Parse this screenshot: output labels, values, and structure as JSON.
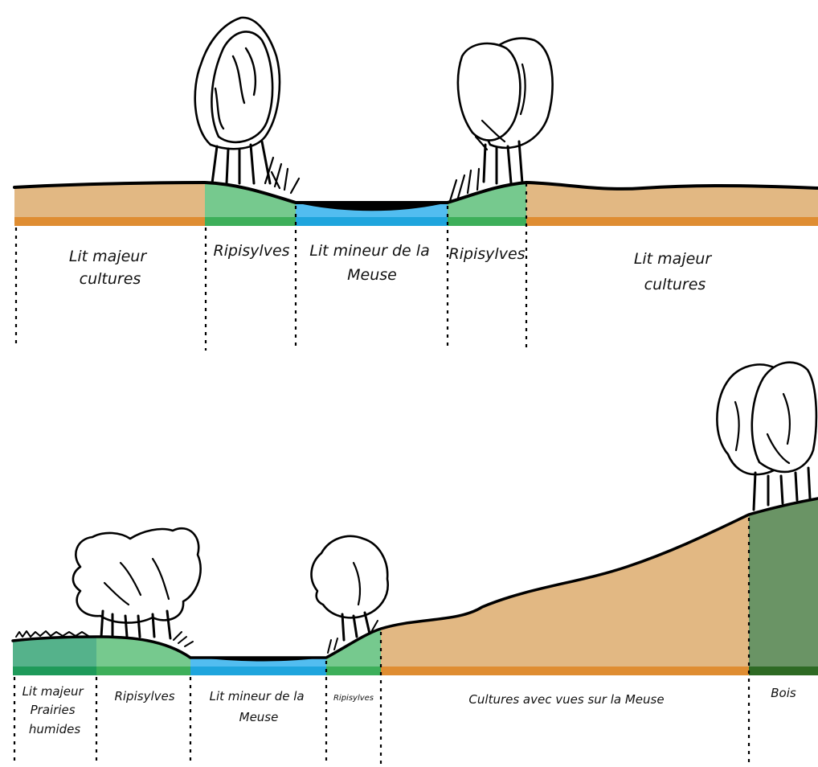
{
  "colors": {
    "farmland": "#e2b883",
    "farmland_band": "#df8d32",
    "riparian": "#76c98e",
    "riparian_band": "#3daf5a",
    "river": "#52bdf0",
    "river_band": "#1fa5dd",
    "wet_meadow": "#55b28b",
    "wet_meadow_band": "#1e9a5a",
    "forest": "#6a9465",
    "forest_band": "#2e6a24"
  },
  "top_section": {
    "zones": [
      {
        "id": "left-farmland",
        "lines": [
          "Lit majeur",
          "cultures"
        ]
      },
      {
        "id": "left-riparian",
        "lines": [
          "Ripisylves"
        ]
      },
      {
        "id": "river",
        "lines": [
          "Lit mineur de la",
          "Meuse"
        ]
      },
      {
        "id": "right-riparian",
        "lines": [
          "Ripisylves"
        ]
      },
      {
        "id": "right-farmland",
        "lines": [
          "Lit majeur",
          "cultures"
        ]
      }
    ]
  },
  "bottom_section": {
    "zones": [
      {
        "id": "wet-meadow",
        "lines": [
          "Lit majeur",
          "Prairies",
          "humides"
        ]
      },
      {
        "id": "left-riparian",
        "lines": [
          "Ripisylves"
        ]
      },
      {
        "id": "river",
        "lines": [
          "Lit mineur de la",
          "Meuse"
        ]
      },
      {
        "id": "right-riparian",
        "lines": [
          "Ripisylves"
        ]
      },
      {
        "id": "slope-farmland",
        "lines": [
          "Cultures avec vues sur la Meuse"
        ]
      },
      {
        "id": "forest",
        "lines": [
          "Bois"
        ]
      }
    ]
  }
}
